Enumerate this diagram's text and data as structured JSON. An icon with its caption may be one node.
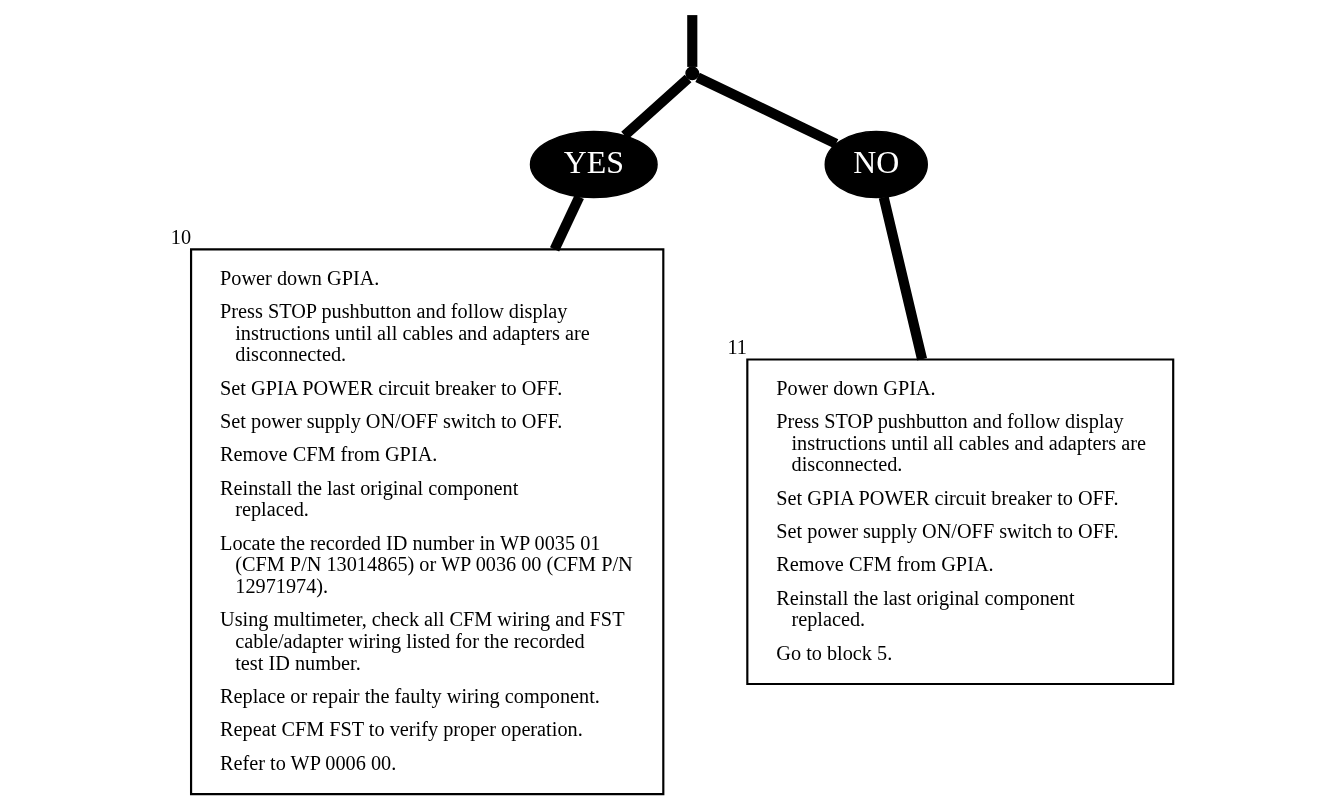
{
  "diagram": {
    "nodes": [
      {
        "text": [],
        "shape": "point"
      },
      {
        "text": [
          "YES"
        ]
      },
      {
        "text": [
          "NO"
        ]
      },
      {
        "text": [
          "Power down GPIA.",
          "Press STOP pushbutton and follow display instructions until all cables and adapters are disconnected.",
          "Set GPIA POWER circuit breaker to OFF.",
          "Set power supply ON/OFF switch to OFF.",
          "Remove CFM from GPIA.",
          "Reinstall the last original component replaced.",
          "Locate the recorded ID number in WP 0035 01 (CFM P/N 13014865) or WP 0036 00 (CFM P/N 12971974).",
          "Using multimeter, check all CFM wiring and FST cable/adapter wiring listed for the recorded test ID number.",
          "Replace or repair the faulty wiring component.",
          "Repeat CFM FST to verify proper operation.",
          "Refer to WP 0006 00."
        ],
        "beside": [
          "10"
        ]
      },
      {
        "text": [
          "Power down GPIA.",
          "Press STOP pushbutton and follow display instructions until all cables and adapters are disconnected.",
          "Set GPIA POWER circuit breaker to OFF.",
          "Set power supply ON/OFF switch to OFF.",
          "Remove CFM from GPIA.",
          "Reinstall the last original component replaced.",
          "Go to block 5."
        ],
        "beside": [
          "11"
        ]
      }
    ],
    "edges": [
      {
        "from": null,
        "to": 0,
        "arrow": "none"
      },
      {
        "from": 0,
        "to": 1,
        "arrow": "none"
      },
      {
        "from": 0,
        "to": 2,
        "arrow": "none"
      },
      {
        "from": 1,
        "to": 3,
        "arrow": "none"
      },
      {
        "from": 2,
        "to": 4,
        "arrow": "none"
      }
    ]
  }
}
